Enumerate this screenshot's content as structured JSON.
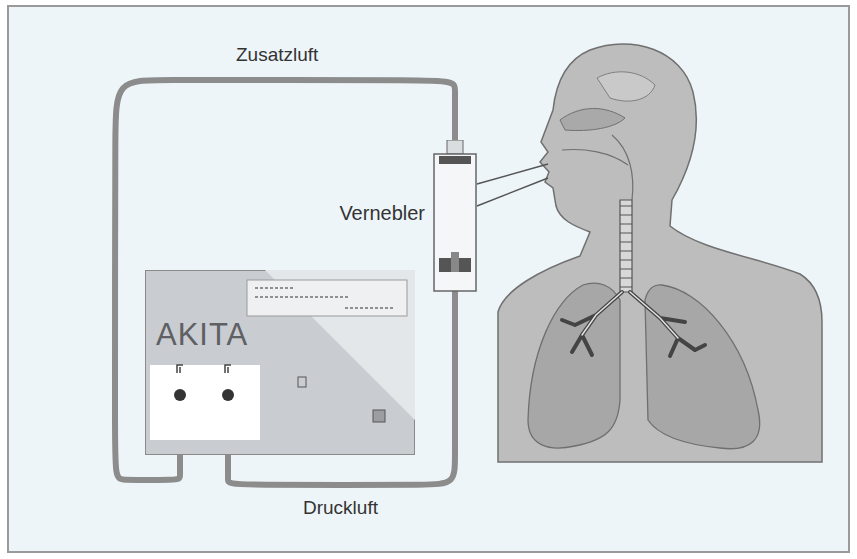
{
  "diagram": {
    "nodes": [
      {
        "text": [
          "AKITA"
        ]
      },
      {
        "text": [
          "Vernebler"
        ]
      }
    ],
    "edges": [
      {
        "from": 0,
        "to": 1,
        "label": "Zusatzluft",
        "arrow": "none"
      },
      {
        "from": 0,
        "to": 1,
        "label": "Druckluft",
        "arrow": "none"
      }
    ]
  }
}
